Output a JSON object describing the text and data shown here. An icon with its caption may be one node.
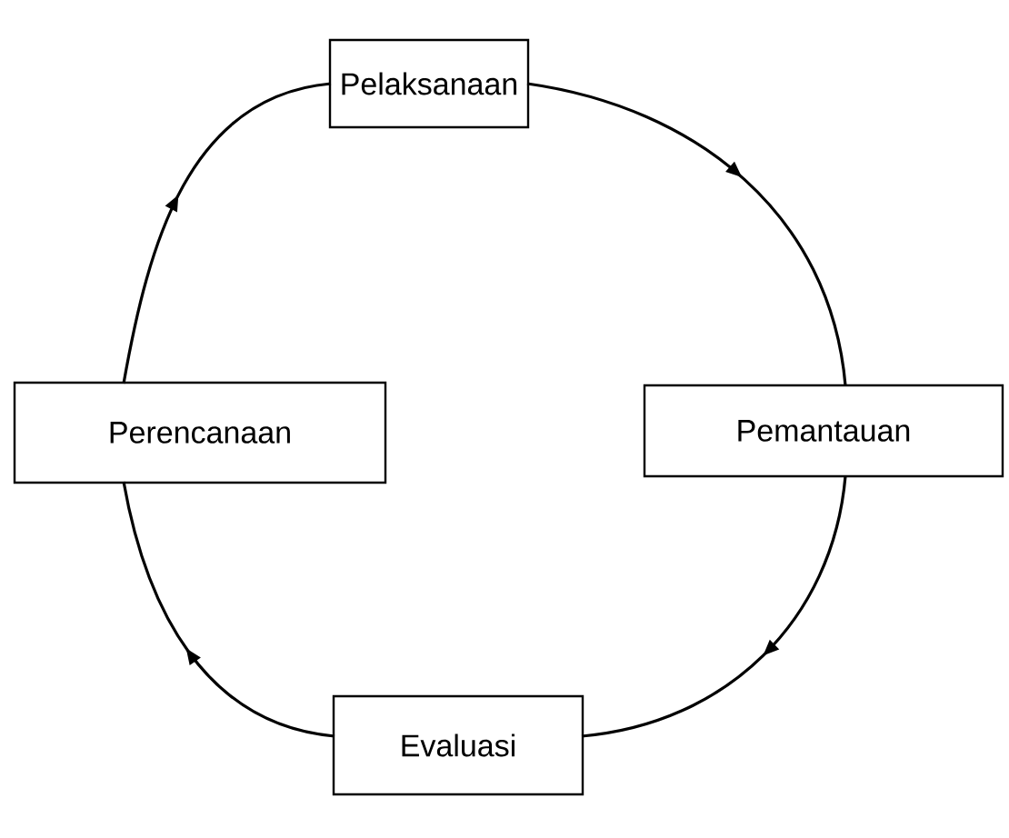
{
  "diagram": {
    "nodes": [
      {
        "text": [
          "Pelaksanaan"
        ]
      },
      {
        "text": [
          "Pemantauan"
        ]
      },
      {
        "text": [
          "Perencanaan"
        ]
      },
      {
        "text": [
          "Evaluasi"
        ]
      }
    ],
    "edges": [
      {
        "from": 0,
        "to": 1,
        "arrow": "to"
      },
      {
        "from": 1,
        "to": 3,
        "arrow": "to"
      },
      {
        "from": 3,
        "to": 2,
        "arrow": "to"
      },
      {
        "from": 2,
        "to": 0,
        "arrow": "to"
      }
    ]
  }
}
